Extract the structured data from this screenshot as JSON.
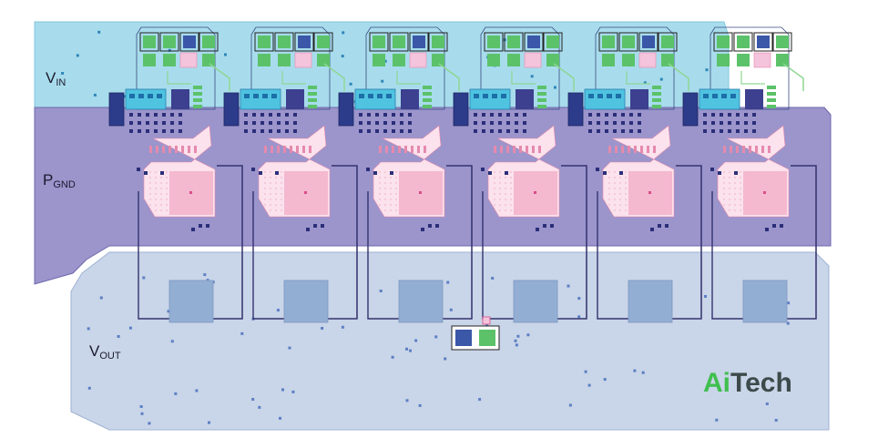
{
  "labels": {
    "vin": {
      "main": "V",
      "sub": "IN"
    },
    "pgnd": {
      "main": "P",
      "sub": "GND"
    },
    "vout": {
      "main": "V",
      "sub": "OUT"
    }
  },
  "logo": {
    "part1": "Ai",
    "part2": "Tech"
  },
  "colors": {
    "vin_plane": "#a8dcec",
    "vin_plane_edge": "#7fc6dc",
    "pgnd_plane": "#9b95cc",
    "pgnd_plane_edge": "#6e67ad",
    "vout_plane": "#c9d5e8",
    "vout_plane_edge": "#9fb2d3",
    "inductor_pad": "#93aed3",
    "thermal_pad": "#f4b8cf",
    "pad_green": "#5cc26a",
    "pad_blue": "#3b57a8",
    "pad_cyan": "#4fc3e0",
    "trace_dark": "#34336e",
    "logo_green": "#3fbf4f",
    "logo_dark": "#3d4a4a"
  },
  "phase_count": 6
}
